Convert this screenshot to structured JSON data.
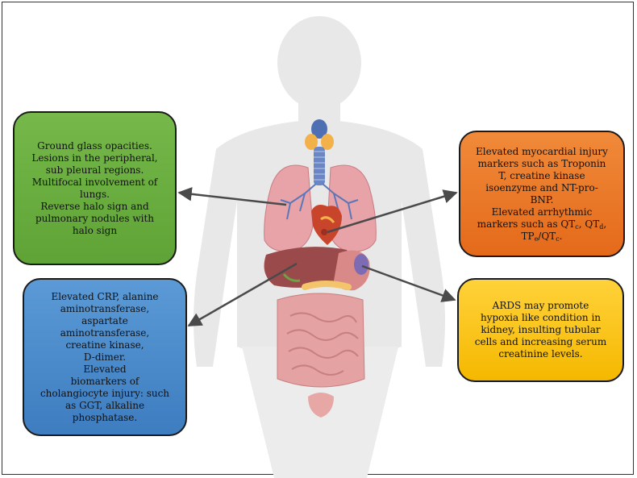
{
  "boxes": {
    "lungs": {
      "lines": [
        "Ground glass opacities.",
        "Lesions in the peripheral,",
        "sub pleural regions.",
        "Multifocal involvement of",
        "lungs.",
        "Reverse halo sign and",
        "pulmonary nodules with",
        "halo sign"
      ]
    },
    "heart": {
      "lines": [
        "Elevated myocardial injury",
        "markers such as Troponin",
        "T, creatine kinase",
        "isoenzyme and NT-pro-",
        "BNP.",
        "Elevated arrhythmic"
      ],
      "line7": {
        "pre": "markers such as QT",
        "sub1": "c",
        "mid": ", QT",
        "sub2": "d",
        "post": ","
      },
      "line8": {
        "pre": "TP",
        "sub1": "e",
        "mid": "/QT",
        "sub2": "c",
        "post": "."
      }
    },
    "liver": {
      "lines": [
        "Elevated CRP, alanine",
        "aminotransferase,",
        "aspartate",
        "aminotransferase,",
        "creatine kinase,",
        "D-dimer.",
        "Elevated",
        "biomarkers of",
        "cholangiocyte injury: such",
        "as GGT, alkaline",
        "phosphatase."
      ]
    },
    "kidney": {
      "lines": [
        "ARDS may promote",
        "hypoxia like condition in",
        "kidney, insulting tubular",
        "cells and increasing serum",
        "creatinine levels."
      ]
    }
  },
  "colors": {
    "lungs_box": "#6aae40",
    "heart_box": "#ea7a28",
    "liver_box": "#4a8bcb",
    "kidney_box": "#f9c51a",
    "arrow": "#4a4a4a",
    "body_silhouette": "#e6e6e6"
  }
}
